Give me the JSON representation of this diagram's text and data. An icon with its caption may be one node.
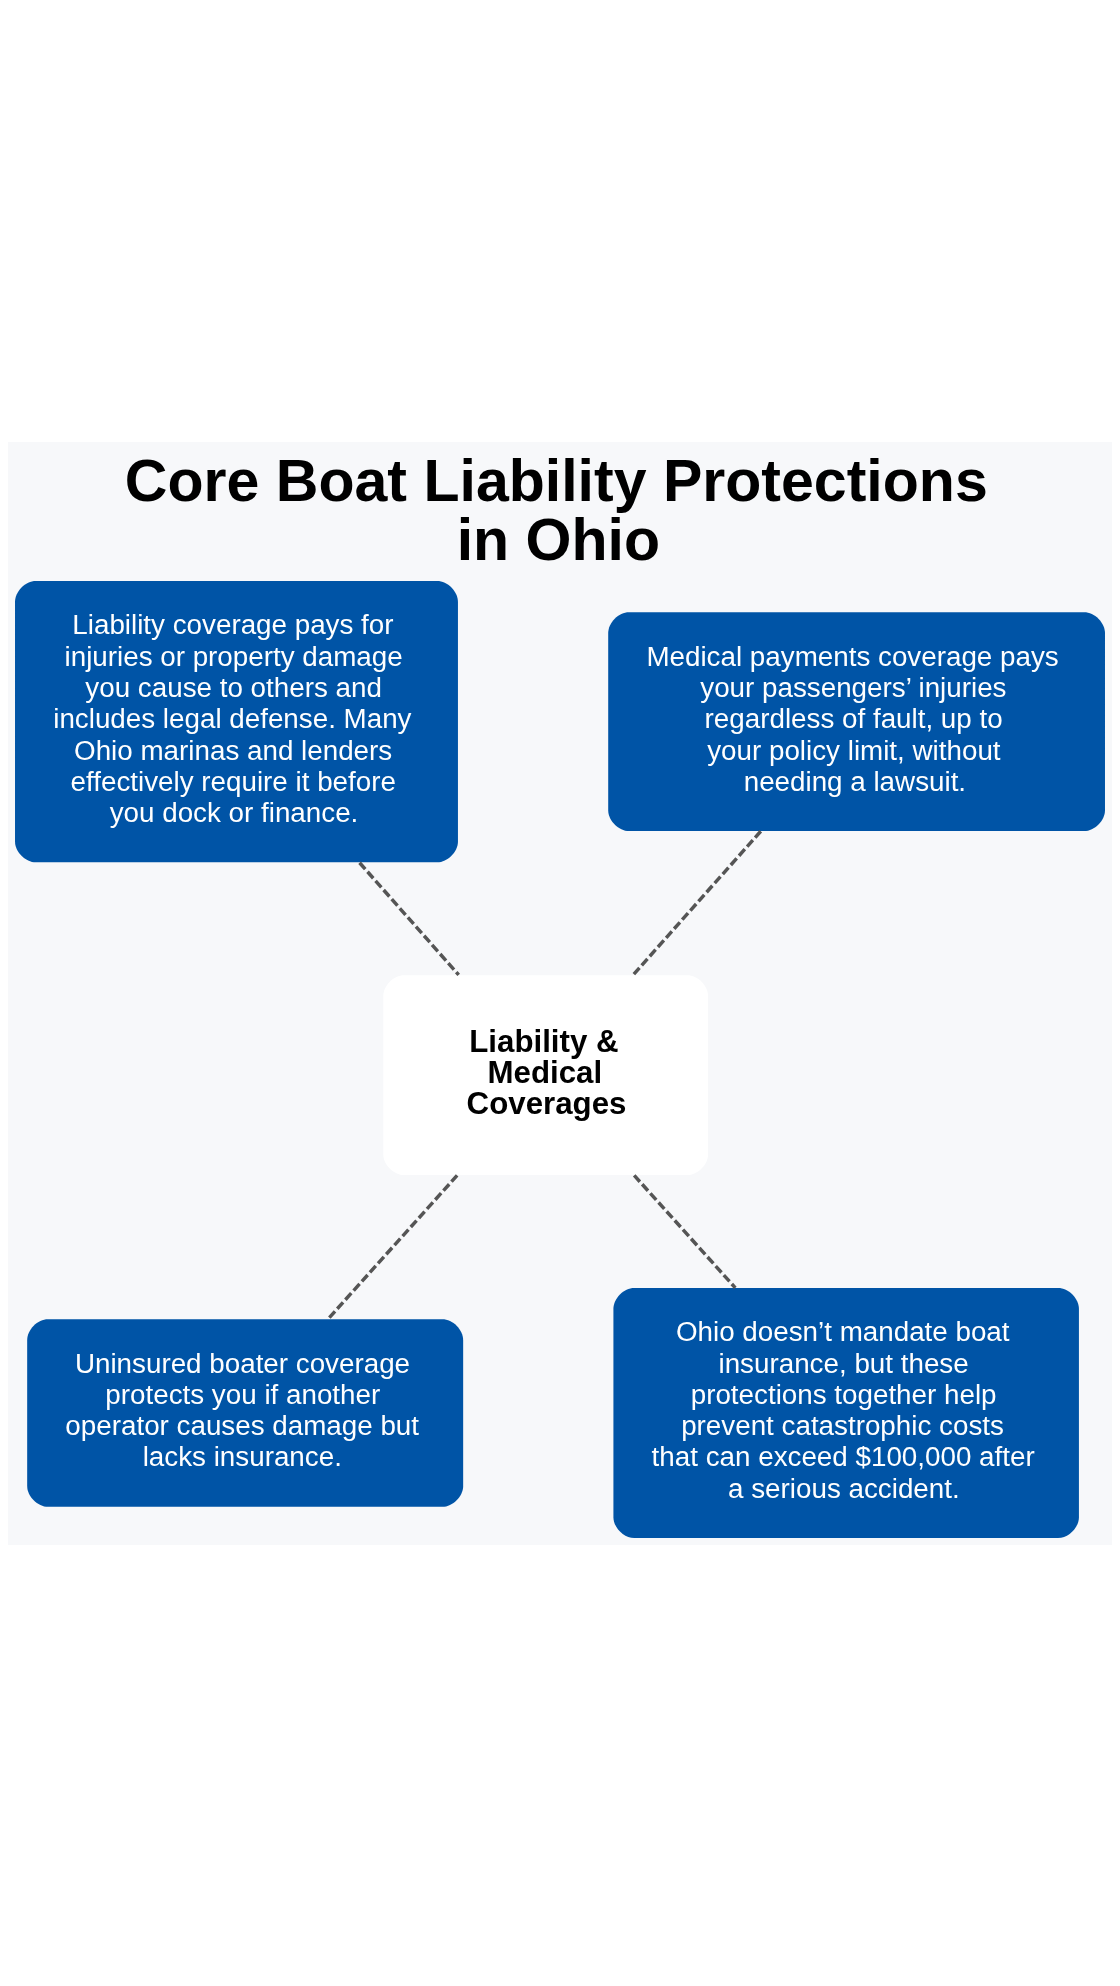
{
  "diagram": {
    "title": "Core Boat Liability Protections in Ohio",
    "nodes": [
      {
        "text": [
          "Liability coverage pays for injuries or property damage you cause to others and includes legal defense. Many Ohio marinas and lenders effectively require it before you dock or finance."
        ]
      },
      {
        "text": [
          "Medical payments coverage pays your passengers’ injuries regardless of fault, up to your policy limit, without needing a lawsuit."
        ]
      },
      {
        "text": [
          "Liability & Medical Coverages"
        ]
      },
      {
        "text": [
          "Uninsured boater coverage protects you if another operator causes damage but lacks insurance."
        ]
      },
      {
        "text": [
          "Ohio doesn’t mandate boat insurance, but these protections together help prevent catastrophic costs that can exceed $100,000 after a serious accident."
        ]
      }
    ],
    "edges": [
      {
        "from": 0,
        "to": 2,
        "arrow": "none",
        "style": "dashed"
      },
      {
        "from": 1,
        "to": 2,
        "arrow": "none",
        "style": "dashed"
      },
      {
        "from": 2,
        "to": 3,
        "arrow": "none",
        "style": "dashed"
      },
      {
        "from": 2,
        "to": 4,
        "arrow": "none",
        "style": "dashed"
      }
    ]
  }
}
